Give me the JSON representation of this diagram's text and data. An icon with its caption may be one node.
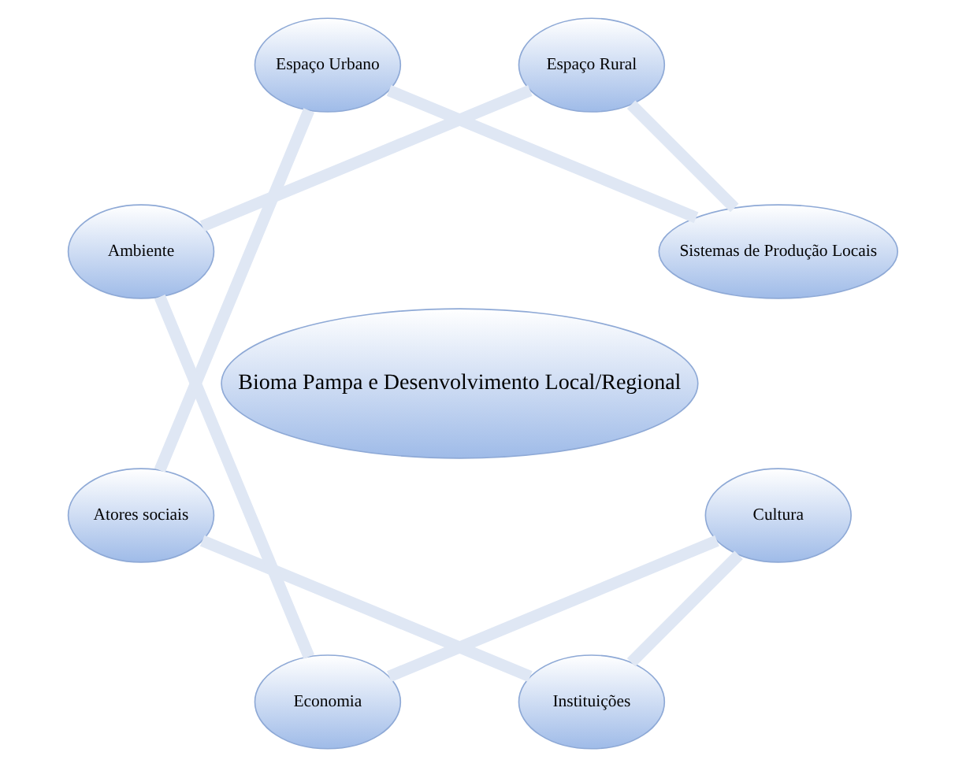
{
  "diagram": {
    "nodes": [
      {
        "text": [
          "Sistemas de Produção Locais"
        ]
      },
      {
        "text": [
          "Espaço Rural"
        ]
      },
      {
        "text": [
          "Espaço Urbano"
        ]
      },
      {
        "text": [
          "Ambiente"
        ]
      },
      {
        "text": [
          "Bioma Pampa e Desenvolvimento Local/Regional"
        ]
      },
      {
        "text": [
          "Atores sociais"
        ]
      },
      {
        "text": [
          "Economia"
        ]
      },
      {
        "text": [
          "Instituições"
        ]
      },
      {
        "text": [
          "Cultura"
        ]
      }
    ],
    "edges": [
      {
        "from": 0,
        "to": 2,
        "arrow": "none"
      },
      {
        "from": 2,
        "to": 5,
        "arrow": "none"
      },
      {
        "from": 5,
        "to": 7,
        "arrow": "none"
      },
      {
        "from": 7,
        "to": 8,
        "arrow": "none"
      },
      {
        "from": 8,
        "to": 6,
        "arrow": "none"
      },
      {
        "from": 6,
        "to": 3,
        "arrow": "none"
      },
      {
        "from": 3,
        "to": 1,
        "arrow": "none"
      },
      {
        "from": 1,
        "to": 0,
        "arrow": "none"
      }
    ]
  }
}
